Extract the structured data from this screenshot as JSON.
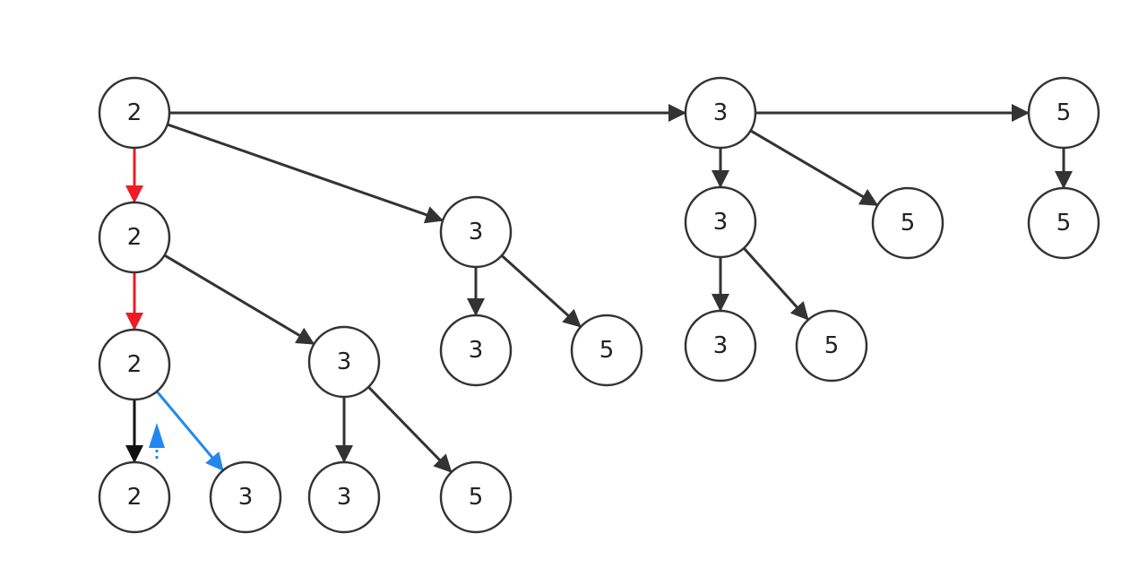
{
  "colors": {
    "edge_default": "#333333",
    "edge_red": "#ee1c25",
    "edge_blue": "#2288ee",
    "edge_black": "#111111",
    "node_stroke": "#333333",
    "node_fill": "#ffffff",
    "label": "#222222"
  },
  "nodes": [
    {
      "id": "n0",
      "label": "2"
    },
    {
      "id": "n1",
      "label": "3"
    },
    {
      "id": "n2",
      "label": "5"
    },
    {
      "id": "n3",
      "label": "2"
    },
    {
      "id": "n4",
      "label": "3"
    },
    {
      "id": "n5",
      "label": "3"
    },
    {
      "id": "n6",
      "label": "5"
    },
    {
      "id": "n7",
      "label": "5"
    },
    {
      "id": "n8",
      "label": "2"
    },
    {
      "id": "n9",
      "label": "3"
    },
    {
      "id": "n10",
      "label": "3"
    },
    {
      "id": "n11",
      "label": "5"
    },
    {
      "id": "n12",
      "label": "3"
    },
    {
      "id": "n13",
      "label": "5"
    },
    {
      "id": "n14",
      "label": "2"
    },
    {
      "id": "n15",
      "label": "3"
    },
    {
      "id": "n16",
      "label": "3"
    },
    {
      "id": "n17",
      "label": "5"
    }
  ],
  "edges": [
    {
      "from": "n0",
      "to": "n1",
      "color": "edge_default"
    },
    {
      "from": "n1",
      "to": "n2",
      "color": "edge_default"
    },
    {
      "from": "n0",
      "to": "n3",
      "color": "edge_red"
    },
    {
      "from": "n0",
      "to": "n4",
      "color": "edge_default"
    },
    {
      "from": "n1",
      "to": "n5",
      "color": "edge_default"
    },
    {
      "from": "n1",
      "to": "n6",
      "color": "edge_default"
    },
    {
      "from": "n2",
      "to": "n7",
      "color": "edge_default"
    },
    {
      "from": "n3",
      "to": "n8",
      "color": "edge_red"
    },
    {
      "from": "n3",
      "to": "n9",
      "color": "edge_default"
    },
    {
      "from": "n4",
      "to": "n10",
      "color": "edge_default"
    },
    {
      "from": "n4",
      "to": "n11",
      "color": "edge_default"
    },
    {
      "from": "n5",
      "to": "n12",
      "color": "edge_default"
    },
    {
      "from": "n5",
      "to": "n13",
      "color": "edge_default"
    },
    {
      "from": "n8",
      "to": "n14",
      "color": "edge_black"
    },
    {
      "from": "n8",
      "to": "n15",
      "color": "edge_blue"
    },
    {
      "from": "n9",
      "to": "n16",
      "color": "edge_default"
    },
    {
      "from": "n9",
      "to": "n17",
      "color": "edge_default"
    }
  ],
  "backtrack_marker": {
    "color": "edge_blue",
    "style": "dotted",
    "direction": "up"
  }
}
